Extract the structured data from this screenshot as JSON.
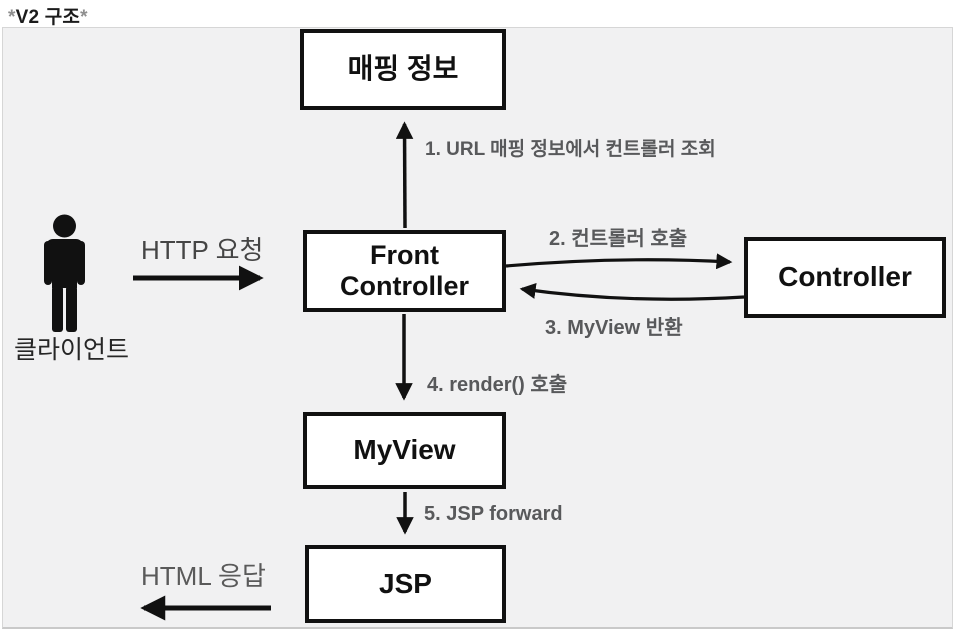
{
  "page": {
    "title_prefix": "*",
    "title": "V2 구조",
    "title_suffix": "*"
  },
  "diagram": {
    "client": {
      "label": "클라이언트",
      "icon": "person-icon"
    },
    "nodes": {
      "mapping_info": {
        "label": "매핑 정보"
      },
      "front_controller": {
        "label": "Front Controller"
      },
      "controller": {
        "label": "Controller"
      },
      "my_view": {
        "label": "MyView"
      },
      "jsp": {
        "label": "JSP"
      }
    },
    "flows": {
      "http_request": {
        "label": "HTTP 요청",
        "direction": "right"
      },
      "html_response": {
        "label": "HTML 응답",
        "direction": "left"
      },
      "step1": {
        "label": "1. URL 매핑 정보에서 컨트롤러 조회",
        "from": "front_controller",
        "to": "mapping_info"
      },
      "step2": {
        "label": "2. 컨트롤러 호출",
        "from": "front_controller",
        "to": "controller"
      },
      "step3": {
        "label": "3. MyView 반환",
        "from": "controller",
        "to": "front_controller"
      },
      "step4": {
        "label": "4. render() 호출",
        "from": "front_controller",
        "to": "my_view"
      },
      "step5": {
        "label": "5. JSP forward",
        "from": "my_view",
        "to": "jsp"
      }
    },
    "colors": {
      "panel_bg": "#f1f1f2",
      "panel_border": "#d6d6d6",
      "box_bg": "#ffffff",
      "box_border": "#111111",
      "arrow": "#111111",
      "step_label": "#58595b",
      "flow_label": "#454545"
    }
  }
}
